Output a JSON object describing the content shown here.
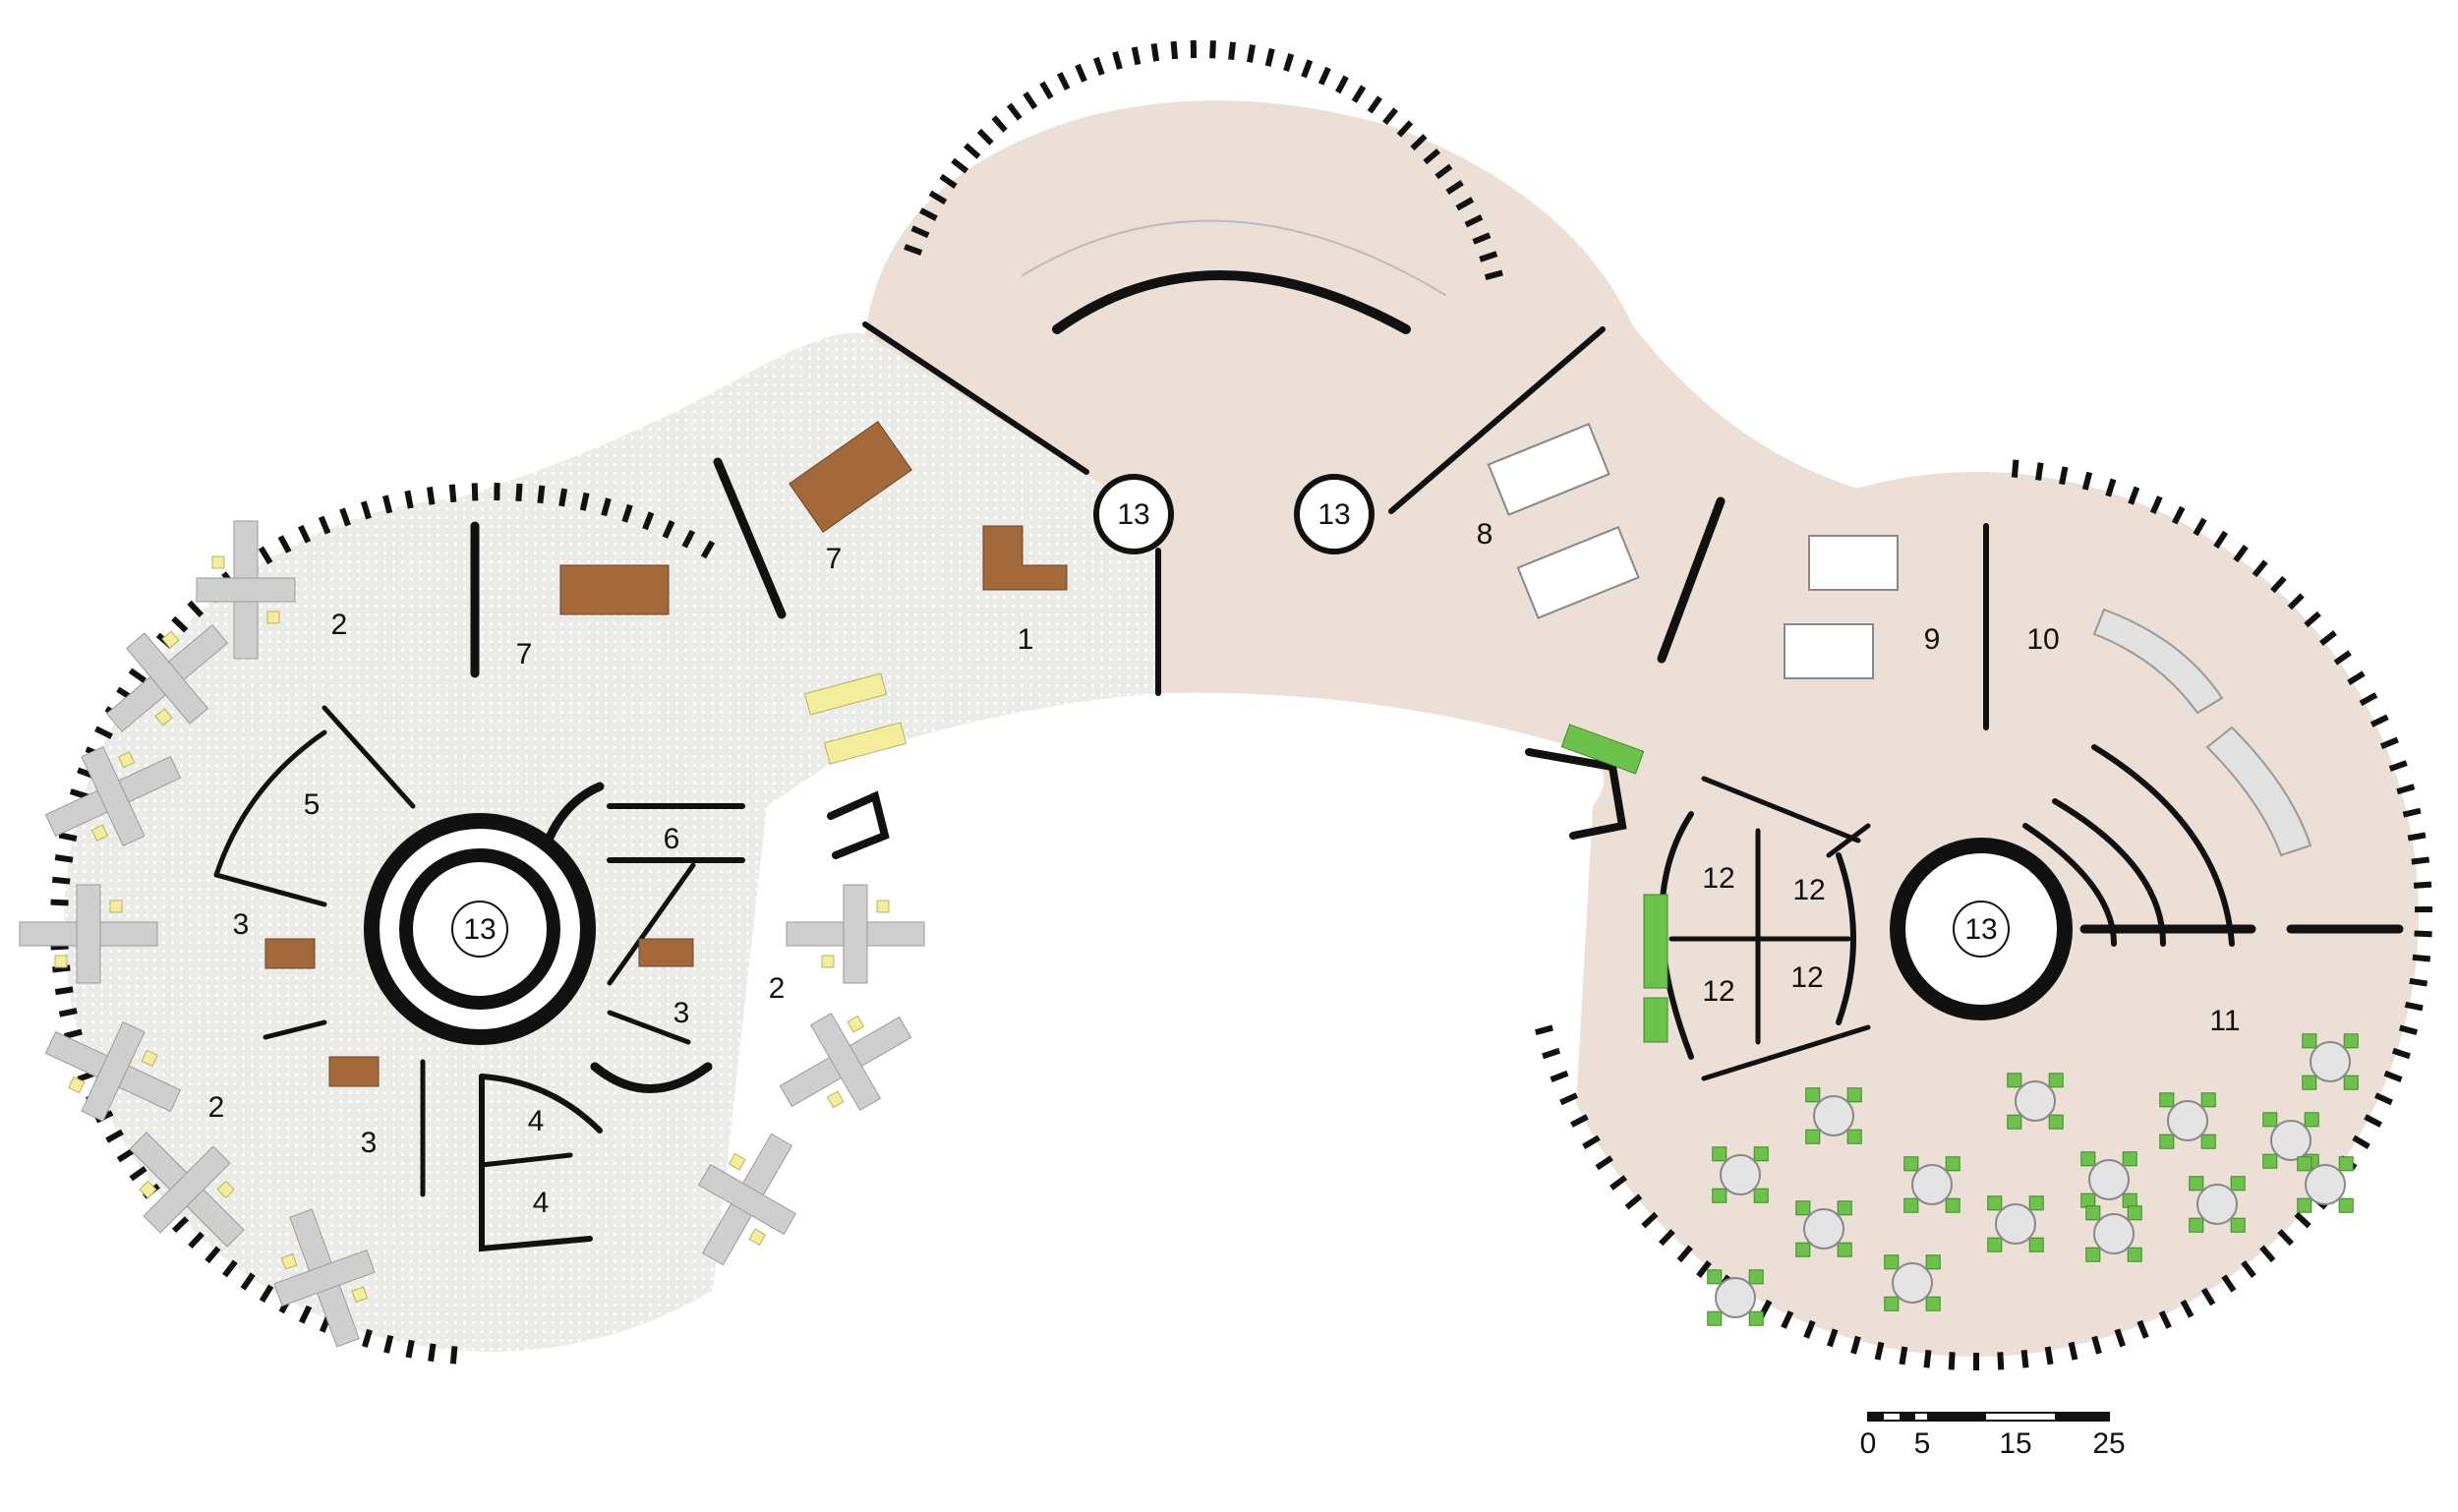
{
  "rooms": {
    "r1": "1",
    "r2a": "2",
    "r2b": "2",
    "r2c": "2",
    "r3a": "3",
    "r3b": "3",
    "r3c": "3",
    "r4a": "4",
    "r4b": "4",
    "r5": "5",
    "r6": "6",
    "r7a": "7",
    "r7b": "7",
    "r8": "8",
    "r9": "9",
    "r10": "10",
    "r11": "11",
    "r12a": "12",
    "r12b": "12",
    "r12c": "12",
    "r12d": "12",
    "c1": "13",
    "c2": "13",
    "c3": "13",
    "c4": "13"
  },
  "scale": {
    "t0": "0",
    "t1": "5",
    "t2": "15",
    "t3": "25"
  },
  "colors": {
    "office_floor": "#e9e9e6",
    "public_floor": "#ecdfd6",
    "wall": "#111111",
    "desk_grey": "#cfcfcf",
    "chair_yellow": "#f4ee9c",
    "table_wood": "#a3693a",
    "chair_green": "#6cc24a"
  }
}
